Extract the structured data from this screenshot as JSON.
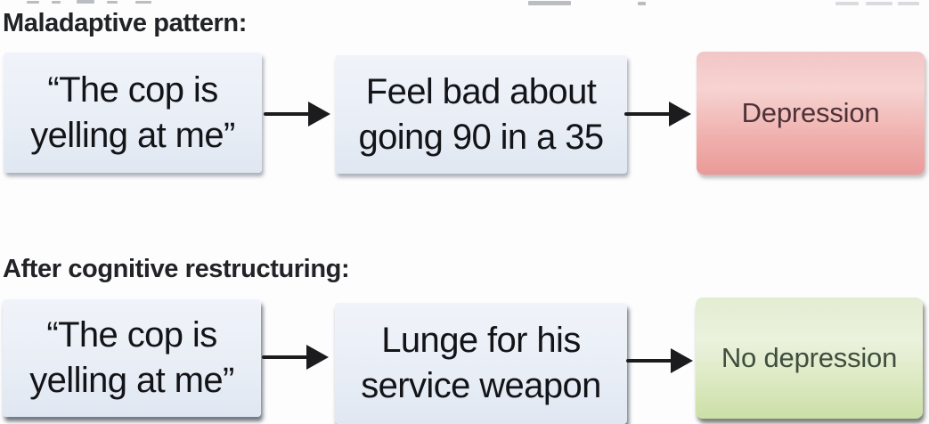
{
  "diagram": {
    "type": "flowchart-meme",
    "sections": [
      {
        "heading": "Maladaptive pattern:",
        "boxes": [
          {
            "role": "trigger-thought",
            "line1": "“The cop is",
            "line2": "yelling at me”"
          },
          {
            "role": "response",
            "line1": "Feel bad about",
            "line2": "going 90 in a 35"
          },
          {
            "role": "outcome",
            "line1": "Depression"
          }
        ],
        "connectors": [
          "arrow-right",
          "arrow-right"
        ]
      },
      {
        "heading": "After cognitive restructuring:",
        "boxes": [
          {
            "role": "trigger-thought",
            "line1": "“The cop is",
            "line2": "yelling at me”"
          },
          {
            "role": "response",
            "line1": "Lunge for his",
            "line2": "service weapon"
          },
          {
            "role": "outcome",
            "line1": "No depression"
          }
        ],
        "connectors": [
          "arrow-right",
          "arrow-right"
        ]
      }
    ]
  },
  "colors": {
    "background": "#fdfdfe",
    "heading_text": "#222326",
    "box_text": "#131417",
    "blue_box_top": "#f0f3f9",
    "blue_box_bottom": "#e0e7f2",
    "red_box_top": "#f2c6c6",
    "red_box_bottom": "#ea9a98",
    "red_box_text": "#4d3338",
    "green_box_top": "#e3edd2",
    "green_box_bottom": "#cbdfa6",
    "green_box_text": "#414e3e",
    "arrow": "#1c1c1e"
  }
}
